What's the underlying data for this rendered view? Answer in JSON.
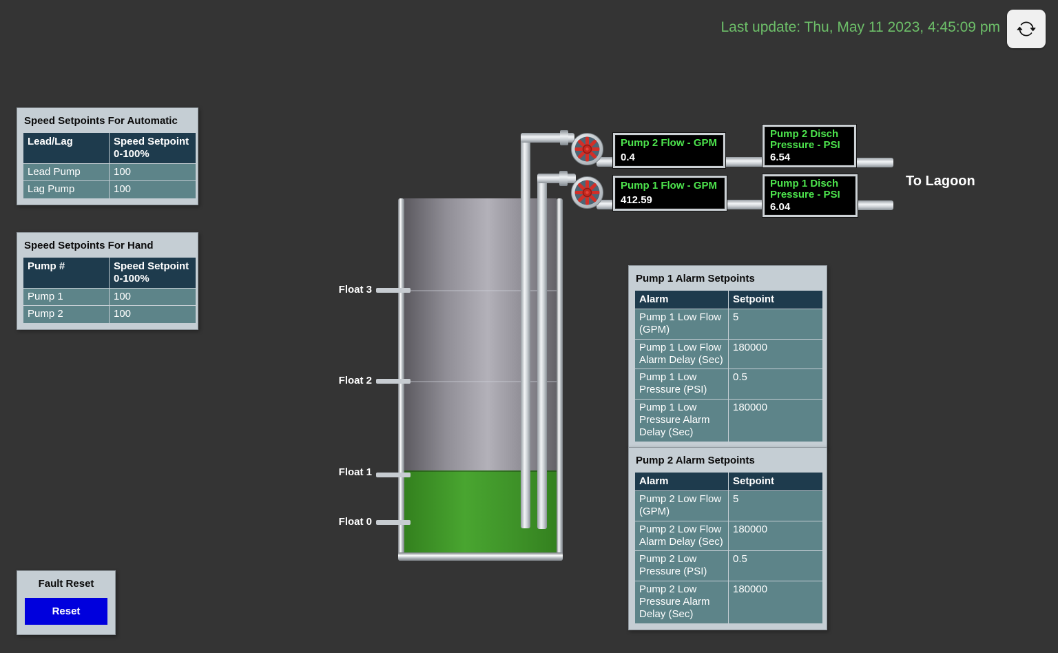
{
  "header": {
    "last_update": "Last update: Thu, May 11 2023, 4:45:09 pm"
  },
  "panels": {
    "auto": {
      "title": "Speed Setpoints For Automatic",
      "col1": "Lead/Lag",
      "col2": "Speed Setpoint 0-100%",
      "rows": [
        {
          "label": "Lead Pump",
          "value": "100"
        },
        {
          "label": "Lag Pump",
          "value": "100"
        }
      ]
    },
    "hand": {
      "title": "Speed Setpoints For Hand",
      "col1": "Pump #",
      "col2": "Speed Setpoint 0-100%",
      "rows": [
        {
          "label": "Pump 1",
          "value": "100"
        },
        {
          "label": "Pump 2",
          "value": "100"
        }
      ]
    },
    "fault": {
      "title": "Fault Reset",
      "button": "Reset"
    },
    "alarm1": {
      "title": "Pump 1 Alarm Setpoints",
      "col1": "Alarm",
      "col2": "Setpoint",
      "rows": [
        {
          "label": "Pump 1 Low Flow (GPM)",
          "value": "5"
        },
        {
          "label": "Pump 1 Low Flow Alarm Delay (Sec)",
          "value": "180000"
        },
        {
          "label": "Pump 1 Low Pressure (PSI)",
          "value": "0.5"
        },
        {
          "label": "Pump 1 Low Pressure Alarm Delay (Sec)",
          "value": "180000"
        }
      ]
    },
    "alarm2": {
      "title": "Pump 2 Alarm Setpoints",
      "col1": "Alarm",
      "col2": "Setpoint",
      "rows": [
        {
          "label": "Pump 2 Low Flow (GPM)",
          "value": "5"
        },
        {
          "label": "Pump 2 Low Flow Alarm Delay (Sec)",
          "value": "180000"
        },
        {
          "label": "Pump 2 Low Pressure (PSI)",
          "value": "0.5"
        },
        {
          "label": "Pump 2 Low Pressure Alarm Delay (Sec)",
          "value": "180000"
        }
      ]
    }
  },
  "displays": {
    "pump2_flow": {
      "title": "Pump 2 Flow - GPM",
      "value": "0.4"
    },
    "pump1_flow": {
      "title": "Pump 1 Flow - GPM",
      "value": "412.59"
    },
    "pump2_pressure": {
      "title": "Pump 2 Disch Pressure - PSI",
      "value": "6.54"
    },
    "pump1_pressure": {
      "title": "Pump 1 Disch Pressure - PSI",
      "value": "6.04"
    }
  },
  "tank": {
    "floats": [
      "Float 3",
      "Float 2",
      "Float 1",
      "Float 0"
    ],
    "to_lagoon": "To Lagoon"
  },
  "colors": {
    "background": "#343434",
    "accent_green": "#6dbf69",
    "display_green": "#4de44d",
    "liquid_green": "#42992c",
    "button_blue": "#0000dd",
    "panel_bg": "#c5ced4",
    "table_header_bg": "#1e3b4d",
    "table_row_bg": "#5d8489",
    "pump_red": "#d22f28"
  }
}
